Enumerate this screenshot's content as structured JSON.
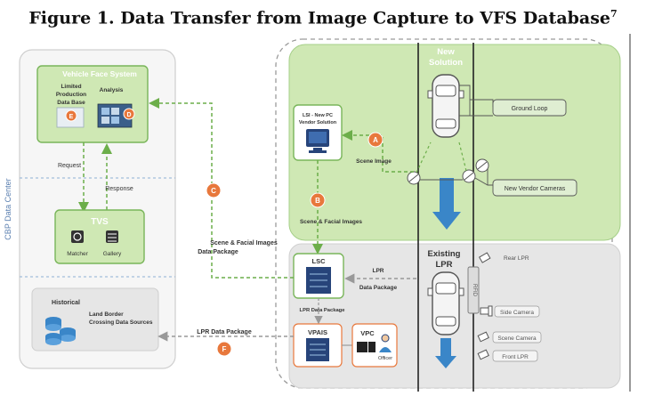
{
  "title": "Figure 1. Data Transfer from Image Capture to VFS Database",
  "title_sup": "7",
  "data_center": {
    "label": "CBP Data Center",
    "vfs": {
      "title": "Vehicle Face System",
      "limited_l1": "Limited",
      "limited_l2": "Production",
      "limited_l3": "Data Base",
      "analysis": "Analysis"
    },
    "request": "Request",
    "response": "Response",
    "tvs": {
      "title": "TVS",
      "matcher": "Matcher",
      "gallery": "Gallery"
    },
    "historical": {
      "title": "Historical",
      "line1": "Land Border",
      "line2": "Crossing Data Sources"
    }
  },
  "new_solution": {
    "title_l1": "New",
    "title_l2": "Solution",
    "pc_l1": "LSI - New PC",
    "pc_l2": "Vendor Solution",
    "scene_image": "Scene Image",
    "scene_facial": "Scene & Facial Images",
    "ground_loop": "Ground Loop",
    "vendor_cameras": "New Vendor Cameras"
  },
  "existing": {
    "title_l1": "Existing",
    "title_l2": "LPR",
    "lsc": "LSC",
    "lpr_pkg_l1": "LPR",
    "lpr_pkg_l2": "Data Package",
    "lpr_pkg_small": "LPR Data Package",
    "vpais": "VPAIS",
    "vpc": "VPC",
    "officer": "Officer",
    "rfid": "RFID",
    "rear_lpr": "Rear LPR",
    "side_camera": "Side Camera",
    "scene_camera": "Scene Camera",
    "front_lpr": "Front LPR"
  },
  "flows": {
    "scene_facial_pkg_l1": "Scene & Facial Images",
    "scene_facial_pkg_l2": "Data Package",
    "lpr_data_package": "LPR Data Package"
  },
  "badges": [
    "A",
    "B",
    "C",
    "D",
    "E",
    "F"
  ],
  "colors": {
    "green_fill": "#cfe8b4",
    "green_stroke": "#79b55a",
    "gray_fill": "#e6e6e6",
    "navy": "#27447a",
    "blue": "#3a86c8",
    "badge": "#e8783c"
  }
}
